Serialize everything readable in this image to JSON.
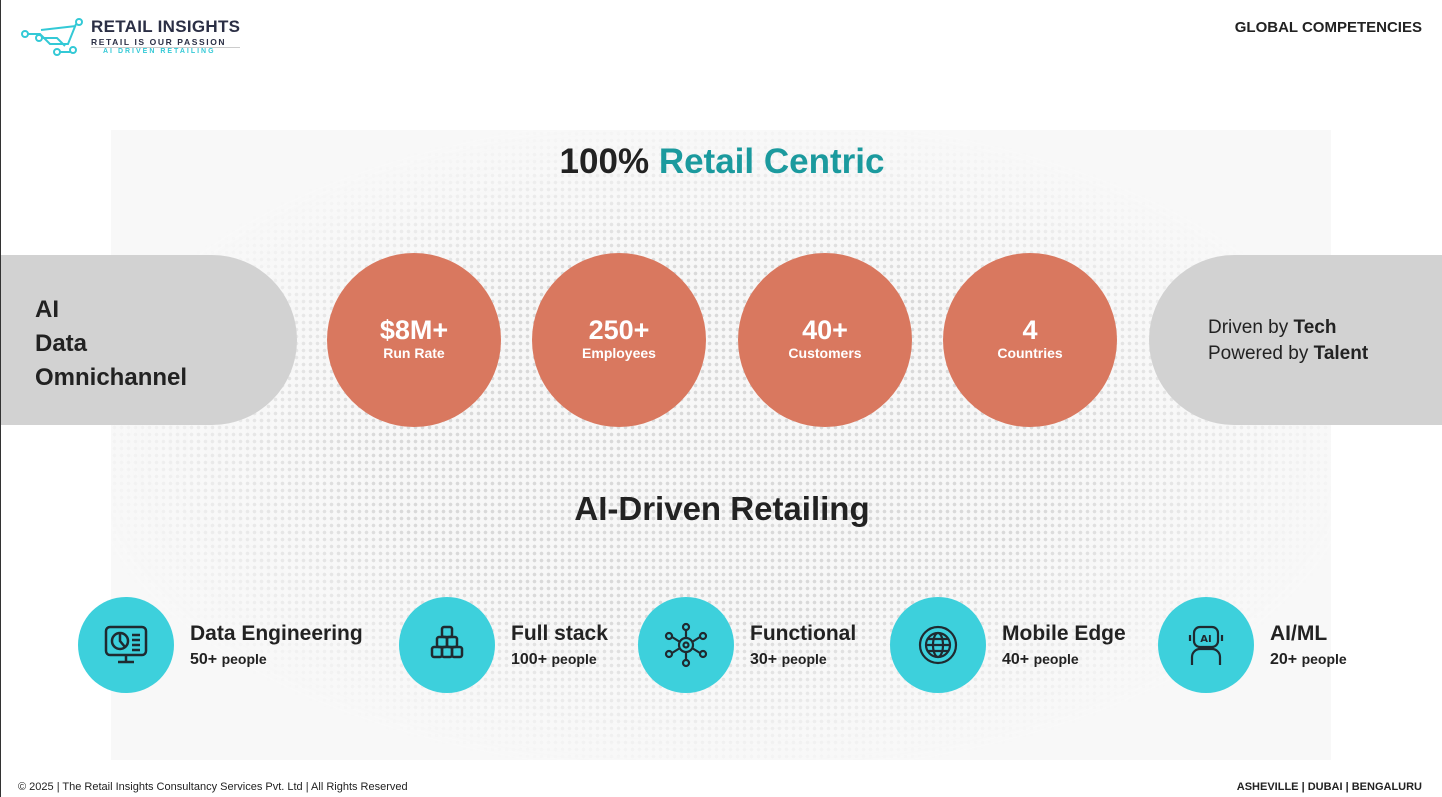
{
  "logo": {
    "name": "RETAIL INSIGHTS",
    "tagline": "RETAIL IS OUR PASSION",
    "subtag": "AI DRIVEN RETAILING"
  },
  "header": {
    "section": "GLOBAL COMPETENCIES"
  },
  "title": {
    "prefix": "100%",
    "accent": "Retail Centric"
  },
  "left_pill": [
    "AI",
    "Data",
    "Omnichannel"
  ],
  "stats": [
    {
      "value": "$8M+",
      "label": "Run Rate"
    },
    {
      "value": "250+",
      "label": "Employees"
    },
    {
      "value": "40+",
      "label": "Customers"
    },
    {
      "value": "4",
      "label": "Countries"
    }
  ],
  "right_pill": {
    "line1": "Driven by",
    "line1_b": "Tech",
    "line2": "Powered by",
    "line2_b": "Talent"
  },
  "subtitle": "AI-Driven Retailing",
  "competencies": [
    {
      "name": "Data Engineering",
      "count": "50+",
      "unit": "people",
      "icon": "monitor-chart-icon"
    },
    {
      "name": "Full stack",
      "count": "100+",
      "unit": "people",
      "icon": "stacked-blocks-icon"
    },
    {
      "name": "Functional",
      "count": "30+",
      "unit": "people",
      "icon": "gear-network-icon"
    },
    {
      "name": "Mobile Edge",
      "count": "40+",
      "unit": "people",
      "icon": "globe-icon"
    },
    {
      "name": "AI/ML",
      "count": "20+",
      "unit": "people",
      "icon": "ai-robot-icon"
    }
  ],
  "footer": {
    "copyright": "© 2025  |  The Retail Insights Consultancy Services Pvt. Ltd  |  All Rights Reserved",
    "locations": "ASHEVILLE  |  DUBAI  |  BENGALURU"
  },
  "colors": {
    "accent": "#1b9a9e",
    "stat": "#d9785f",
    "teal": "#3dd0dc"
  }
}
